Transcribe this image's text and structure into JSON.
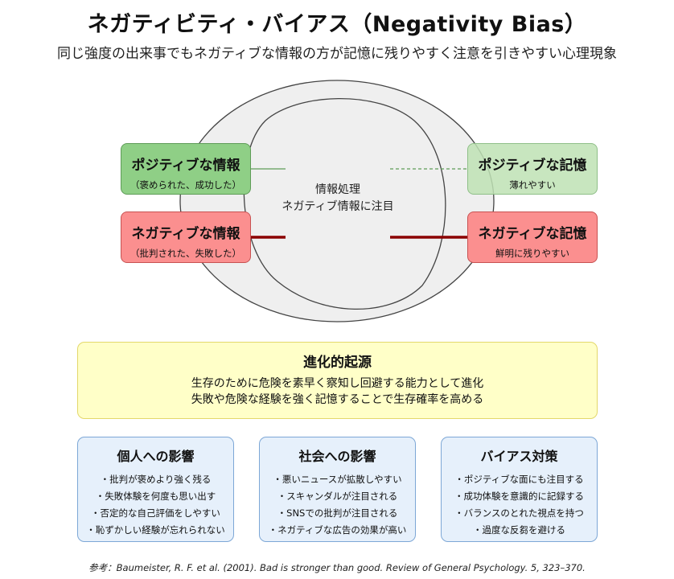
{
  "title": "ネガティビティ・バイアス（Negativity Bias）",
  "subtitle": "同じ強度の出来事でもネガティブな情報の方が記憶に残りやすく注意を引きやすい心理現象",
  "center": {
    "line1": "情報処理",
    "line2": "ネガティブ情報に注目"
  },
  "inputs": {
    "positive": {
      "title": "ポジティブな情報",
      "sub": "（褒められた、成功した）"
    },
    "negative": {
      "title": "ネガティブな情報",
      "sub": "（批判された、失敗した）"
    }
  },
  "outputs": {
    "positive": {
      "title": "ポジティブな記憶",
      "sub": "薄れやすい"
    },
    "negative": {
      "title": "ネガティブな記憶",
      "sub": "鮮明に残りやすい"
    }
  },
  "evolution": {
    "title": "進化的起源",
    "line1": "生存のために危険を素早く察知し回避する能力として進化",
    "line2": "失敗や危険な経験を強く記憶することで生存確率を高める"
  },
  "cards": [
    {
      "title": "個人への影響",
      "items": [
        "・批判が褒めより強く残る",
        "・失敗体験を何度も思い出す",
        "・否定的な自己評価をしやすい",
        "・恥ずかしい経験が忘れられない"
      ]
    },
    {
      "title": "社会への影響",
      "items": [
        "・悪いニュースが拡散しやすい",
        "・スキャンダルが注目される",
        "・SNSでの批判が注目される",
        "・ネガティブな広告の効果が高い"
      ]
    },
    {
      "title": "バイアス対策",
      "items": [
        "・ポジティブな面にも注目する",
        "・成功体験を意識的に記録する",
        "・バランスのとれた視点を持つ",
        "・過度な反芻を避ける"
      ]
    }
  ],
  "reference": "参考：Baumeister, R. F. et al. (2001). Bad is stronger than good. Review of General Psychology. 5, 323–370.",
  "colors": {
    "positive": "#8fcf86",
    "negative": "#fb8f8f",
    "negative_arrow": "#8b0000",
    "evolution_bg": "#ffffc8",
    "card_bg": "#e6f0fb"
  }
}
